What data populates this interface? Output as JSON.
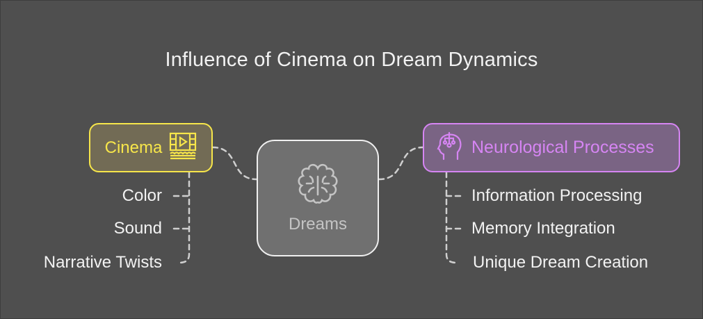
{
  "title": "Influence of Cinema on Dream Dynamics",
  "colors": {
    "background": "#4f4f4f",
    "cinema_accent": "#f7e64a",
    "cinema_fill": "#726b55",
    "neuro_accent": "#d685f3",
    "neuro_fill": "#7a6484",
    "dreams_fill": "#707070",
    "dreams_text": "#c4c4c4",
    "connector": "#cfcfcf"
  },
  "nodes": {
    "cinema": {
      "label": "Cinema",
      "icon": "film-screen-icon"
    },
    "dreams": {
      "label": "Dreams",
      "icon": "brain-icon"
    },
    "neuro": {
      "label": "Neurological Processes",
      "icon": "head-circuit-icon"
    }
  },
  "cinema_leaves": [
    "Color",
    "Sound",
    "Narrative Twists"
  ],
  "neuro_leaves": [
    "Information Processing",
    "Memory Integration",
    "Unique Dream Creation"
  ]
}
